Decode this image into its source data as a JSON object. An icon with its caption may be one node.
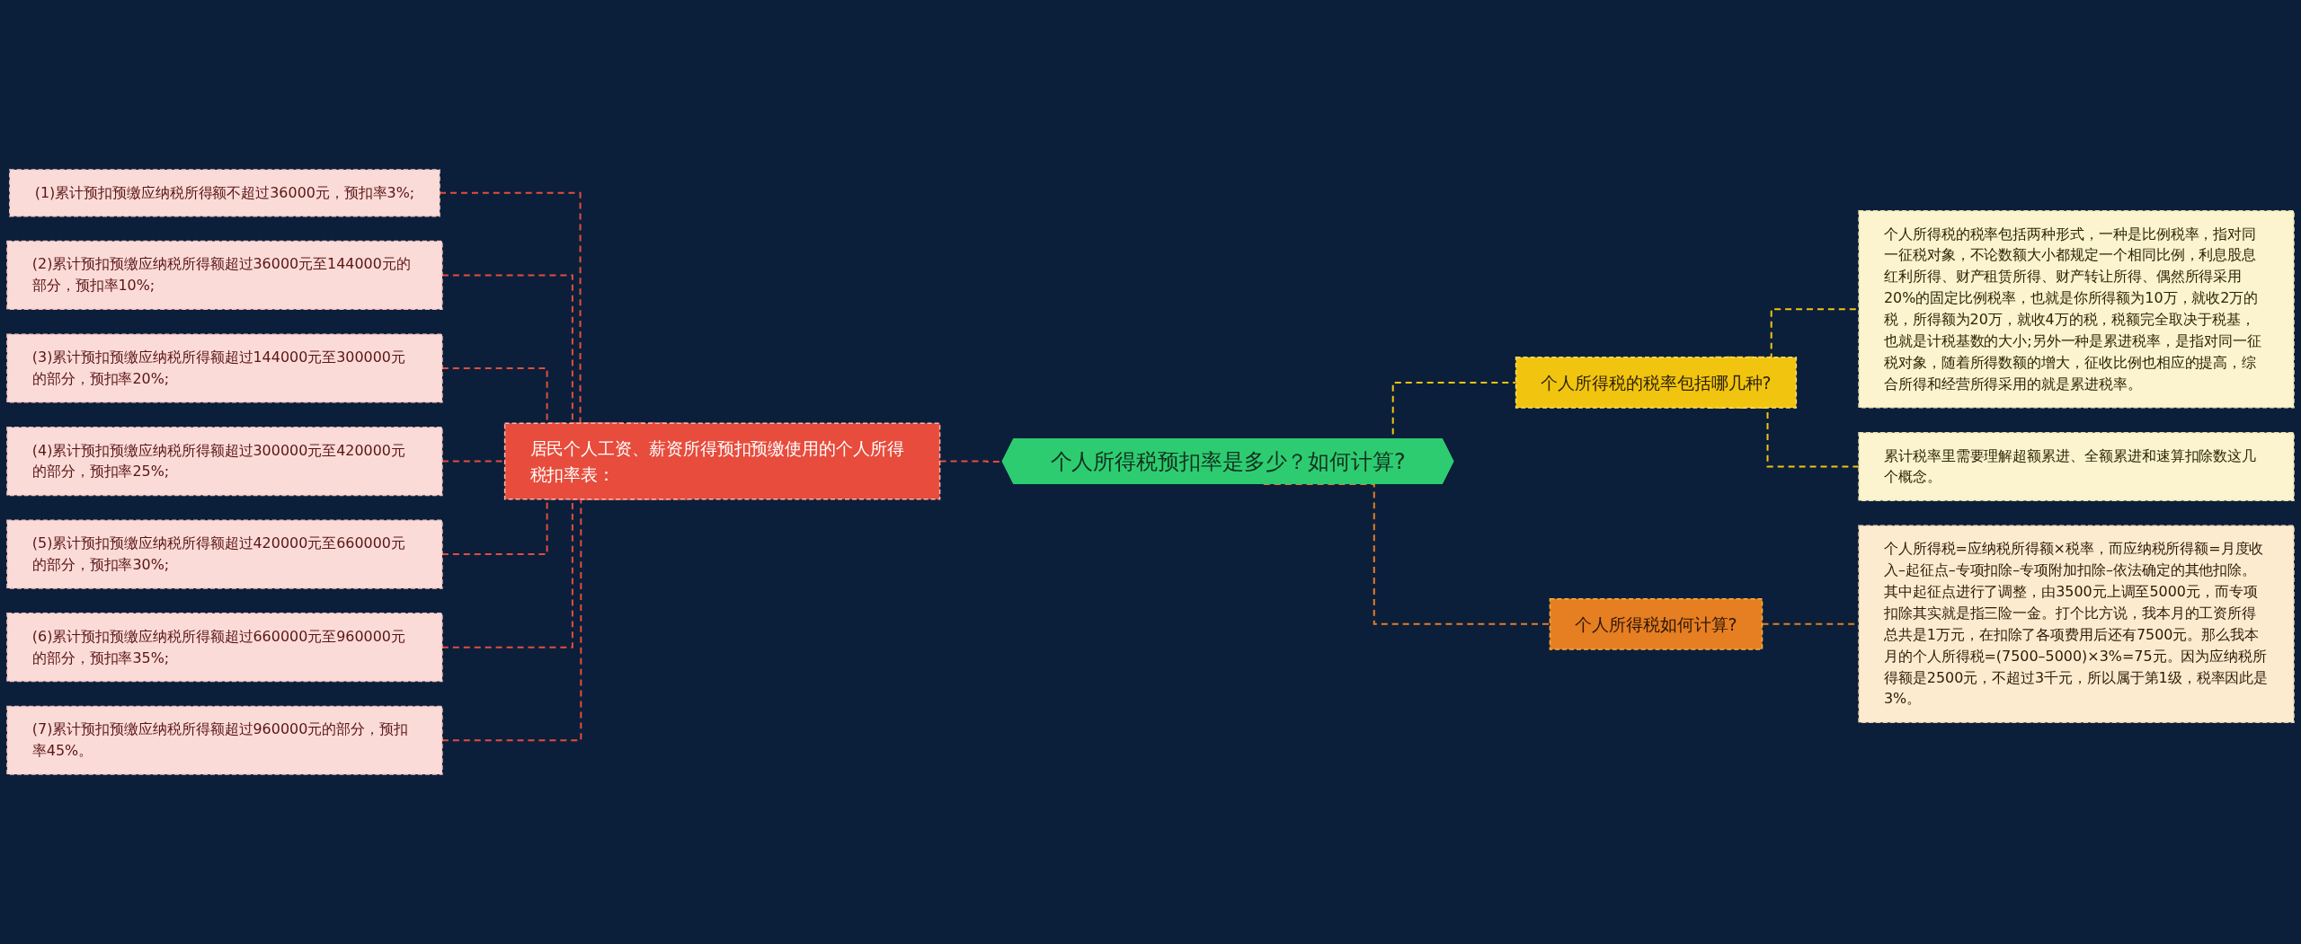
{
  "diagram": {
    "nodes": [
      {
        "text": [
          "个人所得税预扣率是多少？如何计算?"
        ]
      },
      {
        "text": [
          "居民个人工资、薪资所得预扣预缴使用的个人所得税扣率表："
        ]
      },
      {
        "text": [
          "(1)累计预扣预缴应纳税所得额不超过36000元，预扣率3%;"
        ]
      },
      {
        "text": [
          "(2)累计预扣预缴应纳税所得额超过36000元至144000元的部分，预扣率10%;"
        ]
      },
      {
        "text": [
          "(3)累计预扣预缴应纳税所得额超过144000元至300000元的部分，预扣率20%;"
        ]
      },
      {
        "text": [
          "(4)累计预扣预缴应纳税所得额超过300000元至420000元的部分，预扣率25%;"
        ]
      },
      {
        "text": [
          "(5)累计预扣预缴应纳税所得额超过420000元至660000元的部分，预扣率30%;"
        ]
      },
      {
        "text": [
          "(6)累计预扣预缴应纳税所得额超过660000元至960000元的部分，预扣率35%;"
        ]
      },
      {
        "text": [
          "(7)累计预扣预缴应纳税所得额超过960000元的部分，预扣率45%。"
        ]
      },
      {
        "text": [
          "个人所得税的税率包括哪几种?"
        ]
      },
      {
        "text": [
          "个人所得税的税率包括两种形式，一种是比例税率，指对同一征税对象，不论数额大小都规定一个相同比例，利息股息红利所得、财产租赁所得、财产转让所得、偶然所得采用20%的固定比例税率，也就是你所得额为10万，就收2万的税，所得额为20万，就收4万的税，税额完全取决于税基，也就是计税基数的大小;另外一种是累进税率，是指对同一征税对象，随着所得数额的增大，征收比例也相应的提高，综合所得和经营所得采用的就是累进税率。"
        ]
      },
      {
        "text": [
          "累计税率里需要理解超额累进、全额累进和速算扣除数这几个概念。"
        ]
      },
      {
        "text": [
          "个人所得税如何计算?"
        ]
      },
      {
        "text": [
          "个人所得税=应纳税所得额×税率，而应纳税所得额=月度收入–起征点–专项扣除–专项附加扣除–依法确定的其他扣除。其中起征点进行了调整，由3500元上调至5000元，而专项扣除其实就是指三险一金。打个比方说，我本月的工资所得总共是1万元，在扣除了各项费用后还有7500元。那么我本月的个人所得税=(7500–5000)×3%=75元。因为应纳税所得额是2500元，不超过3千元，所以属于第1级，税率因此是3%。"
        ]
      }
    ],
    "edges": [
      {
        "from": 1,
        "to": 0,
        "arrow": "none",
        "style": "dashed",
        "color": "#e74c3c"
      },
      {
        "from": 2,
        "to": 1,
        "arrow": "none",
        "style": "dashed",
        "color": "#e74c3c"
      },
      {
        "from": 3,
        "to": 1,
        "arrow": "none",
        "style": "dashed",
        "color": "#e74c3c"
      },
      {
        "from": 4,
        "to": 1,
        "arrow": "none",
        "style": "dashed",
        "color": "#e74c3c"
      },
      {
        "from": 5,
        "to": 1,
        "arrow": "none",
        "style": "dashed",
        "color": "#e74c3c"
      },
      {
        "from": 6,
        "to": 1,
        "arrow": "none",
        "style": "dashed",
        "color": "#e74c3c"
      },
      {
        "from": 7,
        "to": 1,
        "arrow": "none",
        "style": "dashed",
        "color": "#e74c3c"
      },
      {
        "from": 8,
        "to": 1,
        "arrow": "none",
        "style": "dashed",
        "color": "#e74c3c"
      },
      {
        "from": 0,
        "to": 9,
        "arrow": "none",
        "style": "dashed",
        "color": "#f1c40f"
      },
      {
        "from": 9,
        "to": 10,
        "arrow": "none",
        "style": "dashed",
        "color": "#f1c40f"
      },
      {
        "from": 9,
        "to": 11,
        "arrow": "none",
        "style": "dashed",
        "color": "#f1c40f"
      },
      {
        "from": 0,
        "to": 12,
        "arrow": "none",
        "style": "dashed",
        "color": "#e67e22"
      },
      {
        "from": 12,
        "to": 13,
        "arrow": "none",
        "style": "dashed",
        "color": "#e67e22"
      }
    ]
  }
}
